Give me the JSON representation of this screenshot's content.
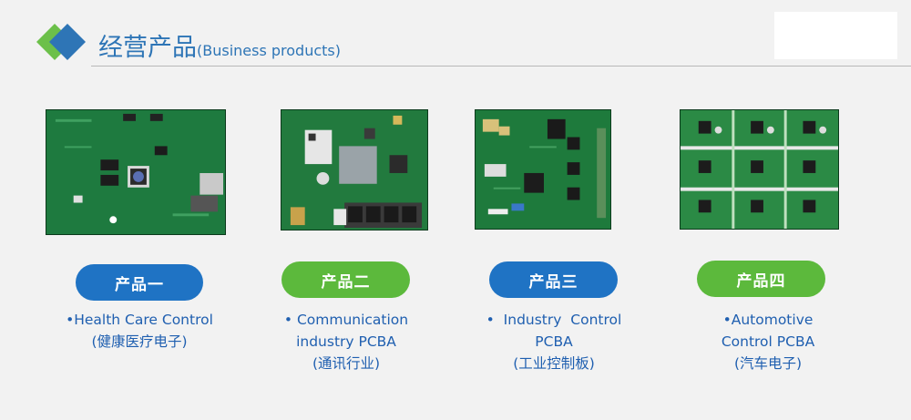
{
  "header": {
    "title_cn": "经营产品",
    "title_en": "(Business products)"
  },
  "products": [
    {
      "pill": "产品一",
      "lines": [
        "•Health Care Control",
        "(健康医疗电子)"
      ]
    },
    {
      "pill": "产品二",
      "lines": [
        "• Communication",
        "industry PCBA",
        "(通讯行业)"
      ]
    },
    {
      "pill": "产品三",
      "lines": [
        "•  Industry  Control",
        "PCBA",
        "(工业控制板)"
      ]
    },
    {
      "pill": "产品四",
      "lines": [
        "•Automotive",
        "Control PCBA",
        "(汽车电子)"
      ]
    }
  ],
  "colors": {
    "accent_blue": "#2e75b6",
    "pill_blue": "#1f73c4",
    "pill_green": "#5cb93c",
    "logo_green": "#6cc04a"
  }
}
